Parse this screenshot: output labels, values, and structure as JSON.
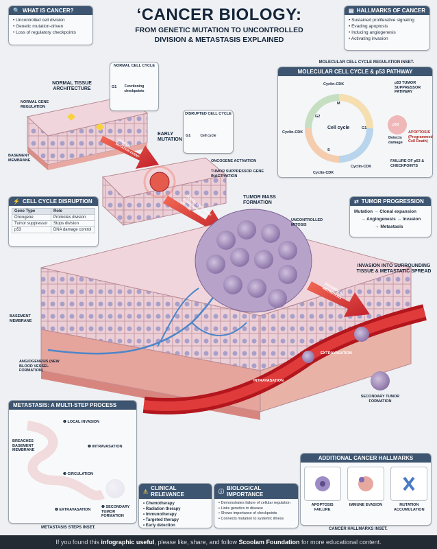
{
  "title": {
    "main": "‘CANCER BIOLOGY:",
    "sub1": "FROM GENETIC MUTATION TO UNCONTROLLED",
    "sub2": "DIVISION & METASTASIS EXPLAINED"
  },
  "what_is_cancer": {
    "header": "WHAT IS CANCER?",
    "items": [
      "Uncontrolled cell division",
      "Genetic mutation-driven",
      "Loss of regulatory checkpoints"
    ]
  },
  "hallmarks": {
    "header": "HALLMARKS OF CANCER",
    "items": [
      "Sustained proliferative signaling",
      "Evading apoptosis",
      "Inducing angiogenesis",
      "Activating invasion"
    ]
  },
  "normal_tissue": {
    "label": "NORMAL TISSUE ARCHITECTURE",
    "gene_reg": "NORMAL GENE REGULATION",
    "basement": "BASEMENT MEMBRANE"
  },
  "normal_cycle": {
    "title": "NORMAL CELL CYCLE",
    "center": "Functioning checkpoints",
    "g1": "G1"
  },
  "disrupted_cycle": {
    "title": "DISRUPTED CELL CYCLE",
    "center": "Cell cycle",
    "g1": "G1"
  },
  "early_mutation": {
    "label": "EARLY MUTATION",
    "arrow": "GENETIC MUTATION EVENT",
    "oncogene": "ONCOGENE ACTIVATION",
    "suppressor": "TUMOR SUPPRESSOR GENE INACTIVATION"
  },
  "molecular_inset": {
    "caption": "MOLECULAR CELL CYCLE REGULATION INSET.",
    "header": "MOLECULAR CELL CYCLE & p53 PATHWAY",
    "cyclin_cdk": "Cyclin-CDK",
    "cell_cycle": "Cell cycle",
    "m": "M",
    "g2": "G2",
    "g1": "G1",
    "s": "S",
    "p53_tumor": "p53 TUMOR SUPPRESSOR PATHWAY",
    "p53": "p53",
    "detects": "Detects damage",
    "apoptosis": "APOPTOSIS (Programmed Cell Death)",
    "failure": "FAILURE OF p53 & CHECKPOINTS"
  },
  "cell_cycle_disruption": {
    "header": "CELL CYCLE DISRUPTION",
    "columns": [
      "Gene Type",
      "Role"
    ],
    "rows": [
      [
        "Oncogene",
        "Promotes division"
      ],
      [
        "Tumor suppressor",
        "Stops division"
      ],
      [
        "p53",
        "DNA damage control"
      ]
    ]
  },
  "tumor_mass": {
    "label": "TUMOR MASS FORMATION",
    "mitosis": "UNCONTROLLED MITOSIS",
    "clonal": "CLONAL EXPANSION & UNCONTROLLED MITOSIS"
  },
  "tumor_progression": {
    "header": "TUMOR PROGRESSION",
    "line1a": "Mutation",
    "line1b": "Clonal expansion",
    "line2a": "Angiogenesis",
    "line2b": "Invasion",
    "line3": "Metastasis"
  },
  "invasion": {
    "label": "INVASION INTO SURROUNDING TISSUE & METASTATIC SPREAD",
    "arrow": "INVASION & METASTASIS",
    "extravasation": "EXTRAVASATION",
    "intravasation": "INTRAVASATION",
    "secondary": "SECONDARY TUMOR FORMATION"
  },
  "basement_membrane": "BASEMENT MEMBRANE",
  "angiogenesis": "ANGIOGENESIS (NEW BLOOD VESSEL FORMATION)",
  "metastasis": {
    "header": "METASTASIS: A MULTI-STEP PROCESS",
    "steps": [
      "LOCAL INVASION",
      "INTRAVASATION",
      "CIRCULATION",
      "EXTRAVASATION",
      "SECONDARY TUMOR FORMATION"
    ],
    "breaches": "BREACHES BASEMENT MEMBRANE",
    "caption": "METASTASIS STEPS INSET."
  },
  "clinical": {
    "header": "CLINICAL RELEVANCE",
    "items": [
      "Chemotherapy",
      "Radiation therapy",
      "Immunotherapy",
      "Targeted therapy",
      "Early detection"
    ]
  },
  "biological": {
    "header": "BIOLOGICAL IMPORTANCE",
    "items": [
      "Demonstrates failure of cellular regulation",
      "Links genetics to disease",
      "Shows importance of checkpoints",
      "Connects mutation to systemic illness"
    ]
  },
  "additional": {
    "header": "ADDITIONAL CANCER HALLMARKS",
    "items": [
      "APOPTOSIS FAILURE",
      "IMMUNE EVASION",
      "MUTATION ACCUMULATION"
    ],
    "caption": "CANCER HALLMARKS INSET."
  },
  "footer": {
    "pre": "If you found this",
    "bold1": "infographic useful",
    "mid": ", please like, share, and follow",
    "bold2": "Scoolam Foundation",
    "post": "for more educational content."
  }
}
